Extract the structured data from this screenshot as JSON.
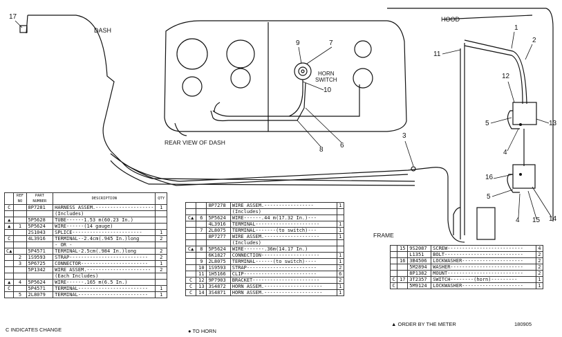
{
  "labels": {
    "dash": "DASH",
    "hood": "HOOD",
    "horn_switch": "HORN\nSWITCH",
    "rear_view": "REAR VIEW OF DASH",
    "frame": "FRAME"
  },
  "callouts": [
    "17",
    "9",
    "7",
    "10",
    "11",
    "1",
    "2",
    "12",
    "5",
    "13",
    "4",
    "6",
    "8",
    "3",
    "16",
    "5",
    "4",
    "15",
    "14"
  ],
  "table_left": {
    "headers": [
      "REF\nNO",
      "PART\nNUMBER",
      "DESCRIPTION",
      "QTY"
    ],
    "rows": [
      {
        "mark": "C",
        "ref": "",
        "part": "8P7281",
        "desc": "HARNESS ASSEM.--------------------",
        "qty": "1"
      },
      {
        "mark": "",
        "ref": "",
        "part": "",
        "desc": "(Includes)",
        "qty": ""
      },
      {
        "mark": "▲",
        "ref": "",
        "part": "5P5628",
        "desc": "TUBE------1.53 m(60.23 In.)",
        "qty": ""
      },
      {
        "mark": "▲",
        "ref": "1",
        "part": "5P5624",
        "desc": "WIRE------(14 gauge)",
        "qty": ""
      },
      {
        "mark": "",
        "ref": "",
        "part": "2S1043",
        "desc": "SPLICE------------------------",
        "qty": "1"
      },
      {
        "mark": "C",
        "ref": "",
        "part": "4L3916",
        "desc": "TERMINAL--2.4cm(.945 In.)long",
        "qty": "2"
      },
      {
        "mark": "",
        "ref": "",
        "part": "",
        "desc": "- OR -",
        "qty": ""
      },
      {
        "mark": "C▲",
        "ref": "",
        "part": "5P4571",
        "desc": "TERMINAL-2.5cm(.984 In.)long",
        "qty": "2"
      },
      {
        "mark": "",
        "ref": "2",
        "part": "1S9593",
        "desc": "STRAP---------------------------",
        "qty": "2"
      },
      {
        "mark": "",
        "ref": "3",
        "part": "5P6725",
        "desc": "CONNECTOR-----------------------",
        "qty": "1"
      },
      {
        "mark": "",
        "ref": "",
        "part": "5P1342",
        "desc": "WIRE ASSEM.----------------------",
        "qty": "2"
      },
      {
        "mark": "",
        "ref": "",
        "part": "",
        "desc": "(Each Includes)",
        "qty": ""
      },
      {
        "mark": "▲",
        "ref": "4",
        "part": "5P5624",
        "desc": "WIRE------.165 m(6.5 In.)",
        "qty": ""
      },
      {
        "mark": "C",
        "ref": "",
        "part": "5P4571",
        "desc": "TERMINAL------------------------",
        "qty": "1"
      },
      {
        "mark": "",
        "ref": "5",
        "part": "2L8079",
        "desc": "TERMINAL------------------------",
        "qty": "1"
      }
    ]
  },
  "table_mid": {
    "rows": [
      {
        "mark": "",
        "ref": "",
        "part": "8P7278",
        "desc": "WIRE ASSEM.-----------------",
        "qty": "1"
      },
      {
        "mark": "",
        "ref": "",
        "part": "",
        "desc": "(Includes)",
        "qty": ""
      },
      {
        "mark": "C▲",
        "ref": "6",
        "part": "5P5624",
        "desc": "WIRE------.44 m(17.32 In.)---",
        "qty": ""
      },
      {
        "mark": "",
        "ref": "",
        "part": "4L3916",
        "desc": "TERMINAL----------------------",
        "qty": "1"
      },
      {
        "mark": "",
        "ref": "7",
        "part": "2L8075",
        "desc": "TERMINAL-------(to switch)---",
        "qty": "1"
      },
      {
        "mark": "",
        "ref": "",
        "part": "8P7277",
        "desc": "WIRE ASSEM.-------------------",
        "qty": "1"
      },
      {
        "mark": "",
        "ref": "",
        "part": "",
        "desc": "(Includes)",
        "qty": ""
      },
      {
        "mark": "C▲",
        "ref": "8",
        "part": "5P5624",
        "desc": "WIRE-------.36m(14.17 In.)",
        "qty": ""
      },
      {
        "mark": "",
        "ref": "",
        "part": "6K1827",
        "desc": "CONNECTION--------------------",
        "qty": "1"
      },
      {
        "mark": "",
        "ref": "9",
        "part": "2L8075",
        "desc": "TERMINAL------(to switch)----",
        "qty": "1"
      },
      {
        "mark": "",
        "ref": "10",
        "part": "1S9593",
        "desc": "STRAP------------------------",
        "qty": "2"
      },
      {
        "mark": "",
        "ref": "11",
        "part": "1H5166",
        "desc": "CLIP-------------------------",
        "qty": "6"
      },
      {
        "mark": "C",
        "ref": "12",
        "part": "9P7903",
        "desc": "BRACKET-----------------------",
        "qty": "2"
      },
      {
        "mark": "C",
        "ref": "13",
        "part": "3S4872",
        "desc": "HORN ASSEM.--------------------",
        "qty": "1"
      },
      {
        "mark": "C",
        "ref": "14",
        "part": "3S4871",
        "desc": "HORN ASSEM.--------------------",
        "qty": "1"
      }
    ]
  },
  "table_right": {
    "rows": [
      {
        "mark": "",
        "ref": "15",
        "part": "9S2087",
        "desc": "SCREW--------------------------",
        "qty": "4"
      },
      {
        "mark": "",
        "ref": "",
        "part": "L1351",
        "desc": "BOLT---------------------------",
        "qty": "2"
      },
      {
        "mark": "",
        "ref": "16",
        "part": "3B4506",
        "desc": "LOCKWASHER---------------------",
        "qty": "2"
      },
      {
        "mark": "",
        "ref": "",
        "part": "5M2894",
        "desc": "WASHER-------------------------",
        "qty": "2"
      },
      {
        "mark": "",
        "ref": "",
        "part": "8P1382",
        "desc": "MOUNT--------------------------",
        "qty": "2"
      },
      {
        "mark": "C",
        "ref": "17",
        "part": "3T2357",
        "desc": "SWITCH--------(horn)---------",
        "qty": "1"
      },
      {
        "mark": "C",
        "ref": "",
        "part": "5M9124",
        "desc": "LOCKWASHER---------------------",
        "qty": "1"
      }
    ]
  },
  "footer": {
    "changed": "C INDICATES CHANGE",
    "to_horn": "● TO HORN",
    "order": "▲ ORDER BY THE METER",
    "code": "180905"
  }
}
